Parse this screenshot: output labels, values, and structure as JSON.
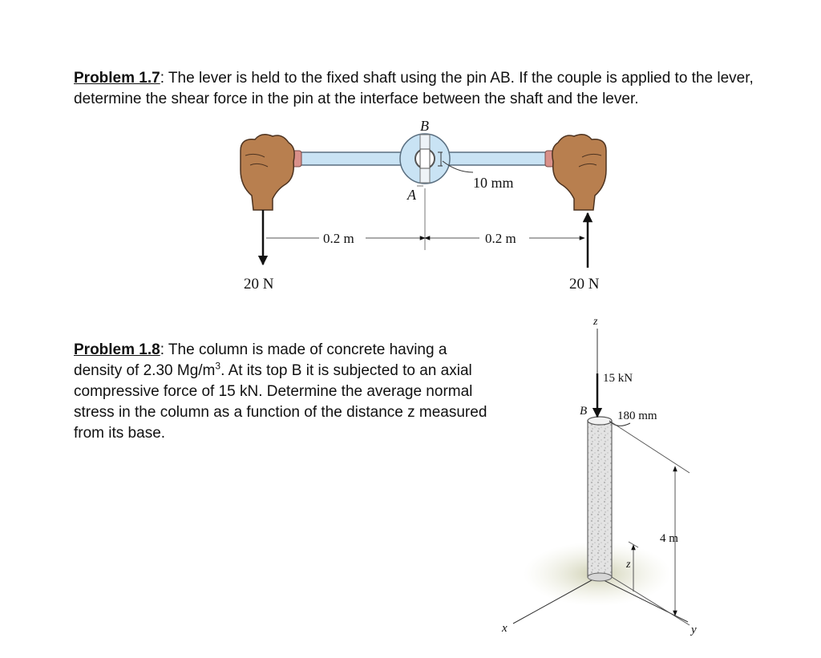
{
  "problem_1_7": {
    "title": "Problem 1.7",
    "text": ": The lever is held to the fixed shaft using the pin AB.  If the couple is applied to the lever, determine the shear force in the pin at the interface between the shaft and the lever."
  },
  "problem_1_8": {
    "title": "Problem 1.8",
    "text_a": ": The column is made of concrete having a density of 2.30 Mg/m",
    "superscript": "3",
    "text_b": ".  At its top B it is subjected to an axial compressive force of 15 kN.  Determine the average normal stress in the column as a function of the distance z measured from its base."
  },
  "figure_lever": {
    "label_b": "B",
    "label_a": "A",
    "pin_dim": "10 mm",
    "left_arm": "0.2 m",
    "right_arm": "0.2 m",
    "left_force": "20 N",
    "right_force": "20 N",
    "colors": {
      "bar": "#c9e3f4",
      "skin": "#b87f4f",
      "grip": "#d9908a"
    }
  },
  "figure_column": {
    "axis_z": "z",
    "axis_x": "x",
    "axis_y": "y",
    "load": "15 kN",
    "point_b": "B",
    "diameter": "180 mm",
    "height": "4 m",
    "z_mark": "z"
  }
}
